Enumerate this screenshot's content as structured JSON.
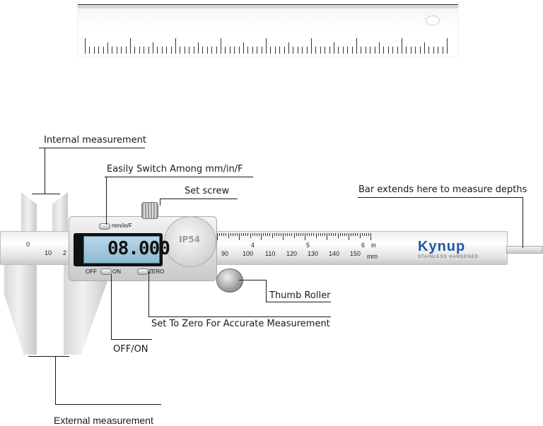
{
  "labels": {
    "internal": "Internal measurement",
    "switch": "Easily Switch Among mm/in/F",
    "set_screw": "Set screw",
    "depth": "Bar extends here to measure depths",
    "thumb_roller": "Thumb Roller",
    "zero": "Set To Zero For Accurate Measurement",
    "off_on": "OFF/ON",
    "external": "External measurement"
  },
  "device": {
    "reading": "08.000",
    "mode_button": "mm/in/F",
    "off_label": "OFF",
    "on_label": "ON",
    "zero_label": "ZERO",
    "logo_mark": "IP54",
    "brand": "Kynup",
    "brand_sub": "STAINLESS HARDENED",
    "unit_in": "in",
    "unit_mm": "mm",
    "main_scale": [
      "90",
      "100",
      "110",
      "120",
      "130",
      "140",
      "150"
    ],
    "left_scale": [
      "0",
      "10",
      "2"
    ],
    "inch_marks": [
      "4",
      "5",
      "6"
    ]
  },
  "colors": {
    "brand": "#1d5aa8",
    "lcd": "#a8cbe0"
  }
}
